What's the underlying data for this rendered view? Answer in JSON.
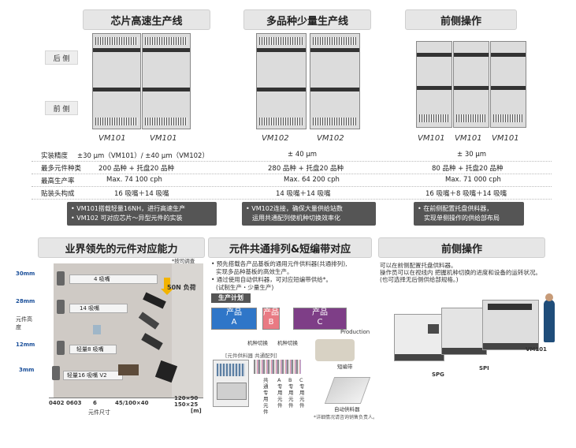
{
  "top": {
    "headers": [
      "芯片高速生产线",
      "多品种少量生产线",
      "前侧操作"
    ],
    "side_labels": [
      "后 侧",
      "前 侧"
    ],
    "model_names": [
      "VM101",
      "VM101",
      "VM102",
      "VM102",
      "VM101",
      "VM101",
      "VM101"
    ]
  },
  "specs": [
    {
      "label": "实装精度",
      "c1": "±30 μm（VM101）/ ±40 μm（VM102）",
      "c2": "± 40 μm",
      "c3": "± 30 μm"
    },
    {
      "label": "最多元件种类",
      "c1": "200 品种 + 托盘20 品种",
      "c2": "280 品种 + 托盘20 品种",
      "c3": "80 品种 + 托盘20 品种"
    },
    {
      "label": "最高生产率",
      "c1": "Max. 74 100 cph",
      "c2": "Max. 64 200 cph",
      "c3": "Max. 71 000 cph"
    },
    {
      "label": "贴装头构成",
      "c1": "16 吸嘴＋14 吸嘴",
      "c2": "14 吸嘴＋14 吸嘴",
      "c3": "16 吸嘴＋8 吸嘴＋14 吸嘴"
    }
  ],
  "notes": {
    "n1": [
      "• VM101搭载轻量16NH，进行高速生产",
      "• VM102 可对应芯片～异型元件的实装"
    ],
    "n2": [
      "• VM102连接，确保大量供给站数",
      "运用共通配列使机种切换效率化"
    ],
    "n3": [
      "• 在前侧配置托盘供料器，",
      "实现单侧操作的供给部布局"
    ]
  },
  "bottom": {
    "headers": [
      "业界领先的元件对应能力",
      "元件共通排列&短编带对应",
      "前侧操作"
    ],
    "left": {
      "note": "*按司调查",
      "y_axis_label": "元件高度",
      "y_ticks": [
        "30mm",
        "28mm",
        "12mm",
        "3mm"
      ],
      "nozzles": [
        "4 吸嘴",
        "14 吸嘴",
        "轻量8 吸嘴",
        "轻量16 吸嘴 V2"
      ],
      "load_label": "50N 负荷",
      "x_ticks": [
        "0402",
        "0603",
        "6",
        "45/100×40",
        "120×90",
        "150×25"
      ],
      "x_unit": "[m]",
      "x_axis_label": "元件尺寸"
    },
    "middle": {
      "bullets": [
        "• 预先搭载各产品基板的通用元件供料器(共通排列),",
        "实现多品种基板的高效生产。",
        "• 通过使用自动供料器，可对应短编带供给*。",
        "(试制生产・少量生产)"
      ],
      "plan_title": "生产计划",
      "products": [
        "产品\nA",
        "产品\nB",
        "产品\nC"
      ],
      "production_label": "Production",
      "switch_labels": [
        "机种切换",
        "机种切换"
      ],
      "feeder_title": "[元件供料器 共通配列]",
      "col_labels": [
        "共通专用元件",
        "A专用元件",
        "B专用元件",
        "C专用元件"
      ],
      "short_tape": "短编带",
      "auto_feeder": "自动供料器",
      "footnote": "*详细情况请咨询销售负责人。"
    },
    "right": {
      "text": [
        "可以在前侧配置托盘供料器。",
        "操作员可以在视线内 把握机种切换的进度和设备的运转状况。",
        "(也可选择无后侧供给部规格。)"
      ],
      "machine_labels": [
        "SPG",
        "SPI",
        "VM101"
      ]
    }
  }
}
